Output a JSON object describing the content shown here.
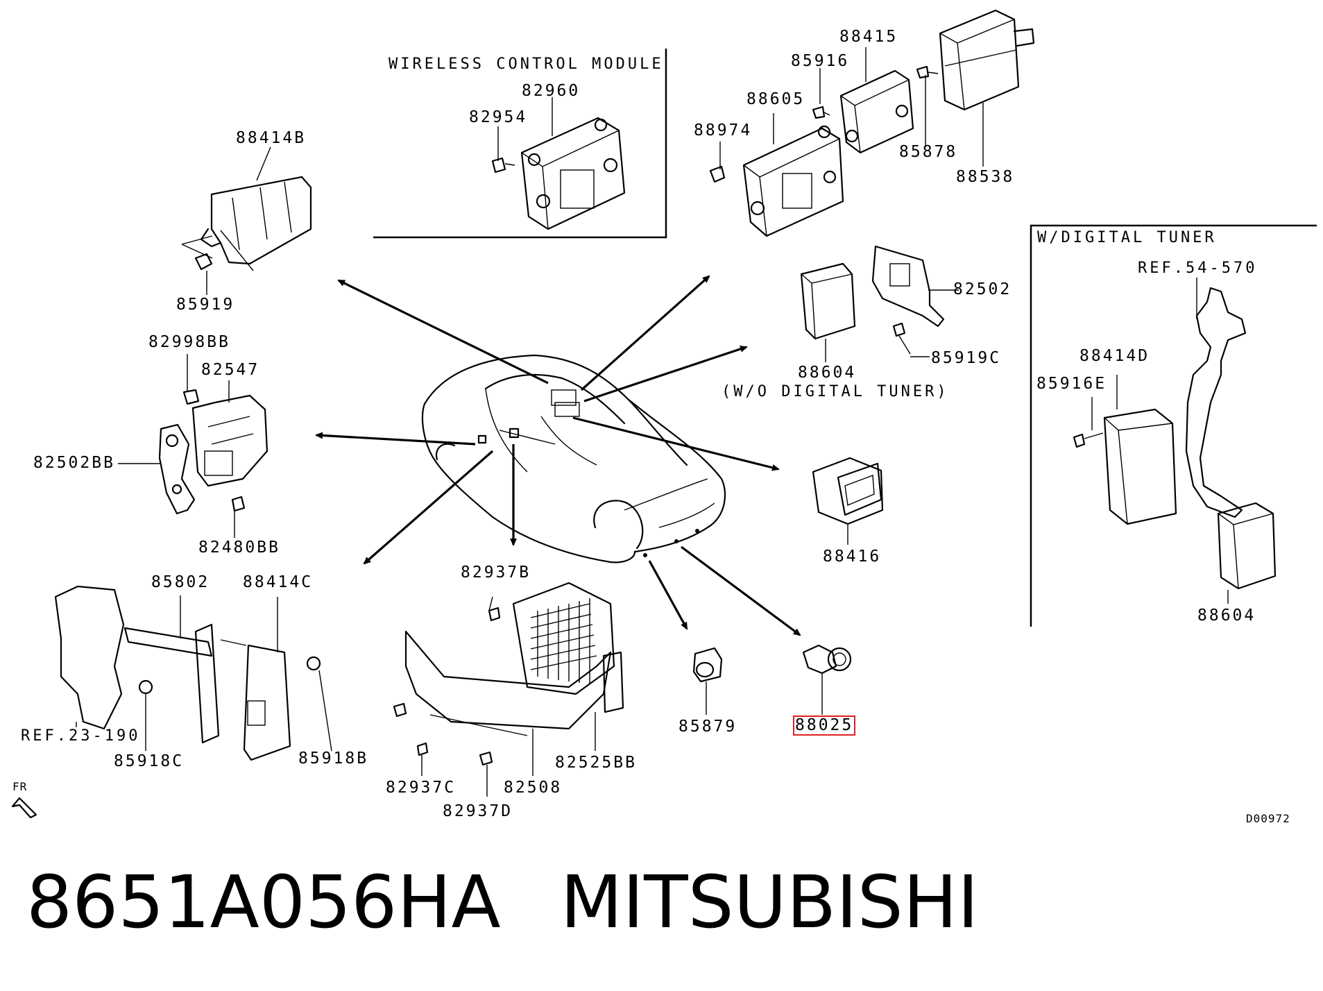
{
  "footer": {
    "part_number": "8651A056HA",
    "brand": "MITSUBISHI"
  },
  "diagram_code": "D00972",
  "direction_marker": "FR",
  "captions": {
    "wireless_control_module": "WIRELESS CONTROL MODULE",
    "with_digital_tuner": "W/DIGITAL TUNER",
    "without_digital_tuner": "(W/O DIGITAL TUNER)"
  },
  "references": {
    "ref_54_570": "REF.54-570",
    "ref_23_190": "REF.23-190"
  },
  "highlighted_part": "88025",
  "part_labels": {
    "p88415": "88415",
    "p85916": "85916",
    "p82960": "82960",
    "p82954": "82954",
    "p88605": "88605",
    "p88974": "88974",
    "p85878": "85878",
    "p88538": "88538",
    "p88414B": "88414B",
    "p85919": "85919",
    "p82502": "82502",
    "p85919C": "85919C",
    "p88604a": "88604",
    "p82998BB": "82998BB",
    "p82547": "82547",
    "p82502BB": "82502BB",
    "p82480BB": "82480BB",
    "p88416": "88416",
    "p88414D": "88414D",
    "p85916E": "85916E",
    "p88604b": "88604",
    "p85802": "85802",
    "p88414C": "88414C",
    "p85918C": "85918C",
    "p85918B": "85918B",
    "p82937B": "82937B",
    "p82525BB": "82525BB",
    "p82937C": "82937C",
    "p82508": "82508",
    "p82937D": "82937D",
    "p85879": "85879",
    "p88025": "88025"
  }
}
